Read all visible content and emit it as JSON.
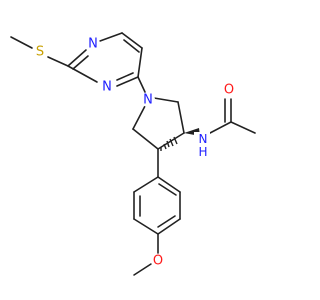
{
  "molecule": {
    "colors": {
      "bond": "#222222",
      "nitrogen": "#1e1eff",
      "oxygen": "#ff1a1a",
      "sulfur": "#c8a000",
      "background": "#ffffff"
    },
    "atoms": {
      "s_methylthio": "S",
      "n_pyrimidine_1": "N",
      "n_pyrimidine_3": "N",
      "n_pyrrolidine": "N",
      "nh_amide": "NH",
      "o_carbonyl": "O",
      "o_methoxy": "O"
    }
  }
}
